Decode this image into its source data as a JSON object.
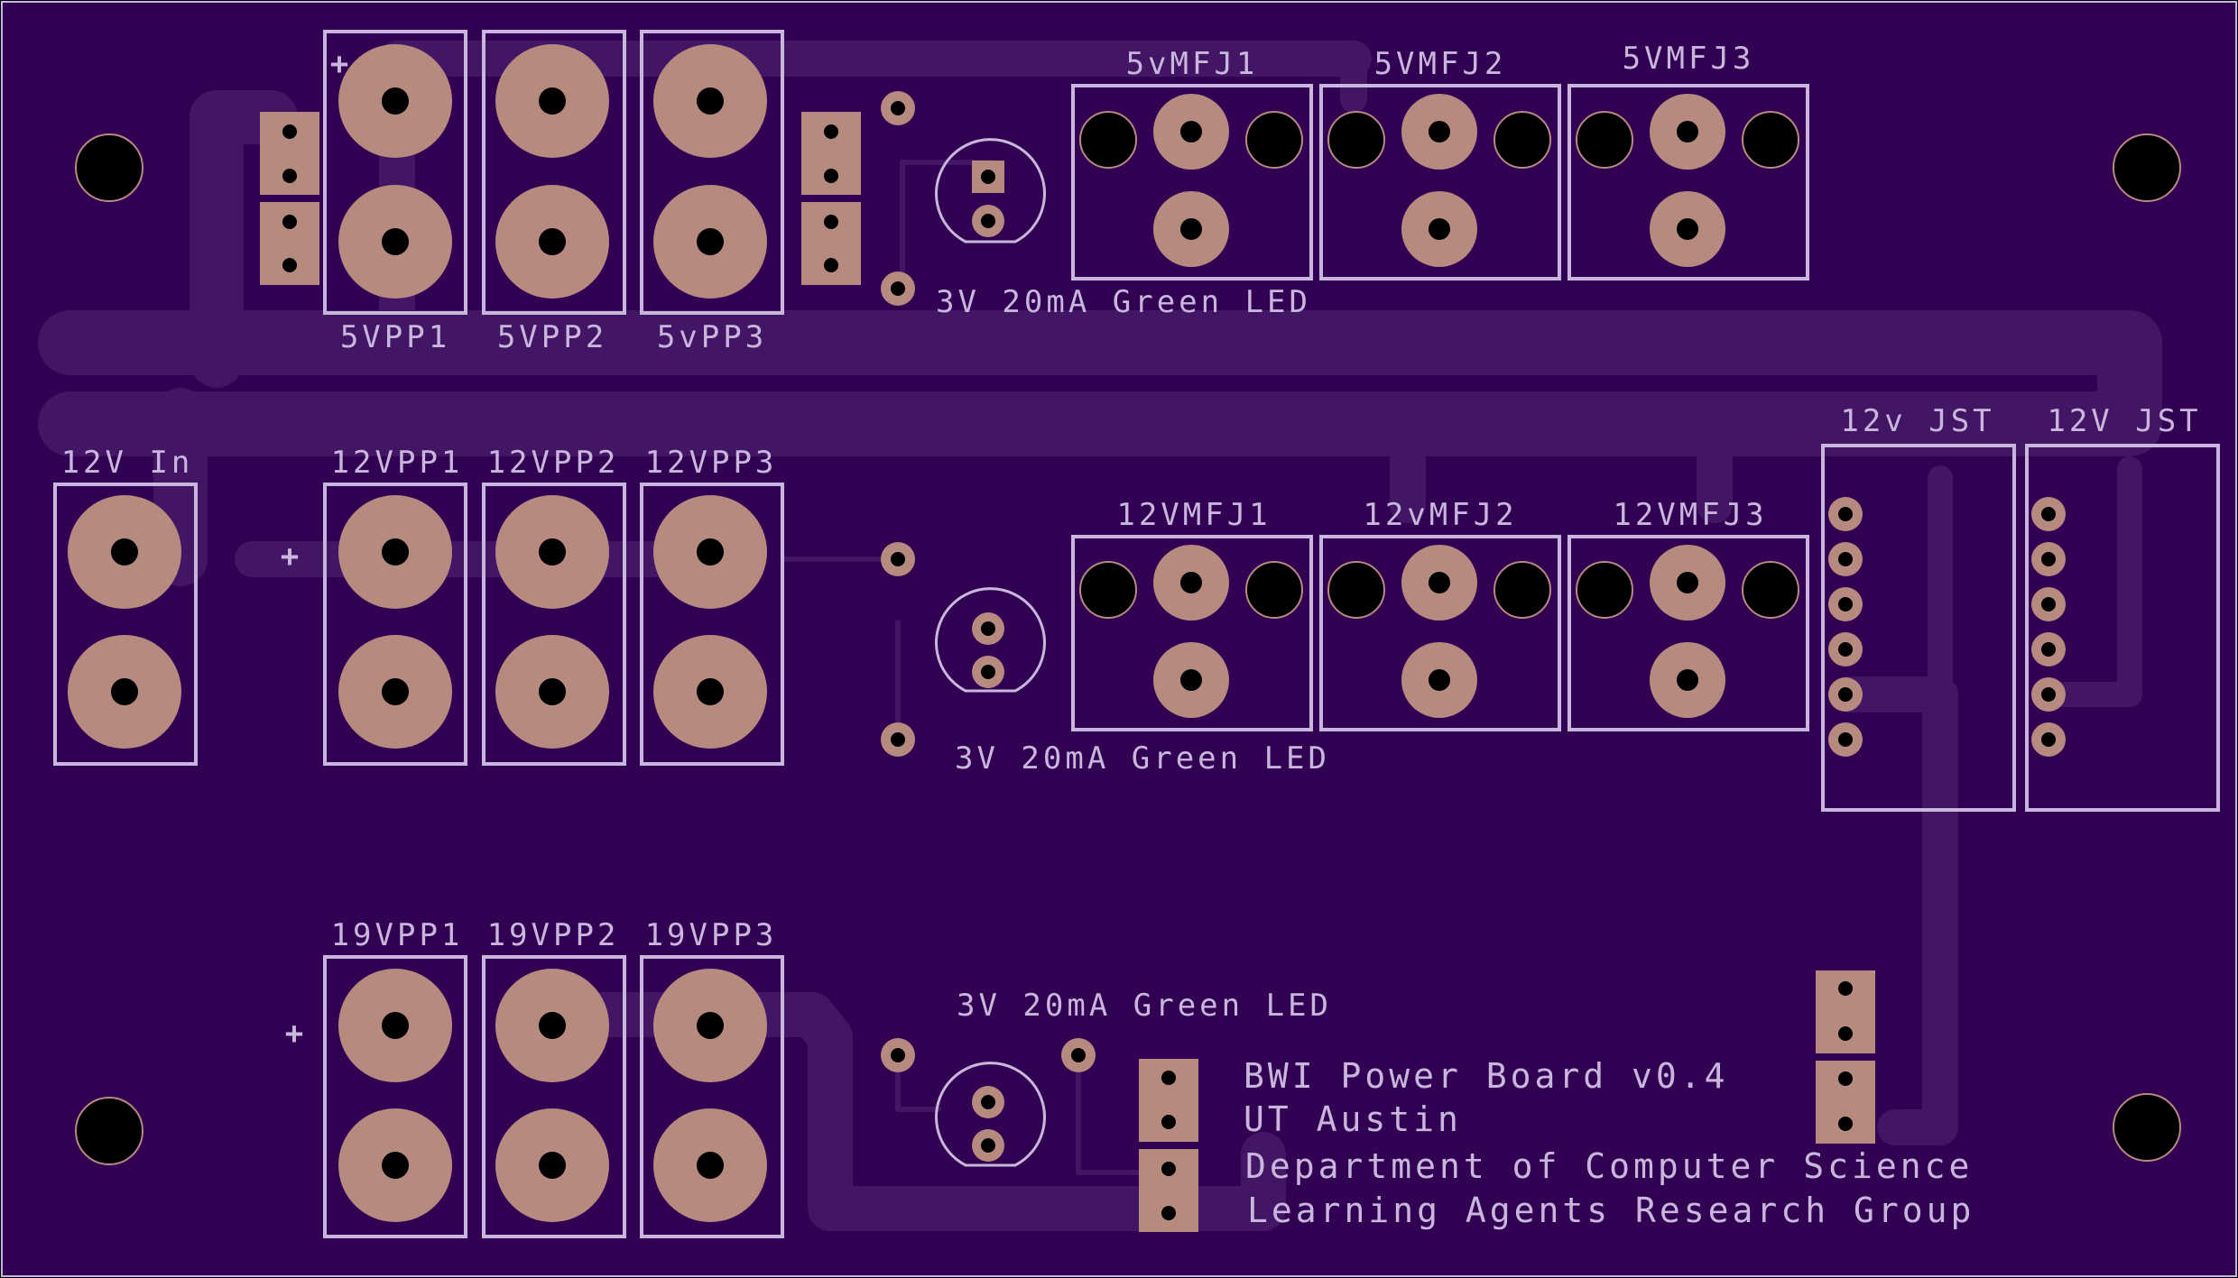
{
  "board": {
    "title_lines": [
      "BWI Power Board v0.4",
      "UT Austin",
      "Department of Computer Science",
      "Learning Agents Research Group"
    ],
    "colors": {
      "board": "#310052",
      "trace": "#431565",
      "copper": "#b68a7f",
      "silkscreen": "#c9b6dc",
      "hole": "#000000"
    }
  },
  "labels": {
    "v5pp1": "5VPP1",
    "v5pp2": "5VPP2",
    "v5pp3": "5vPP3",
    "v12in": "12V In",
    "v12pp1": "12VPP1",
    "v12pp2": "12VPP2",
    "v12pp3": "12VPP3",
    "v19pp1": "19VPP1",
    "v19pp2": "19VPP2",
    "v19pp3": "19VPP3",
    "v5mfj1": "5vMFJ1",
    "v5mfj2": "5VMFJ2",
    "v5mfj3": "5VMFJ3",
    "v12mfj1": "12VMFJ1",
    "v12mfj2": "12vMFJ2",
    "v12mfj3": "12VMFJ3",
    "jst1": "12v JST",
    "jst2": "12V JST",
    "led1": "3V 20mA Green LED",
    "led2": "3V 20mA Green LED",
    "led3": "3V 20mA Green LED",
    "plus": "+"
  }
}
